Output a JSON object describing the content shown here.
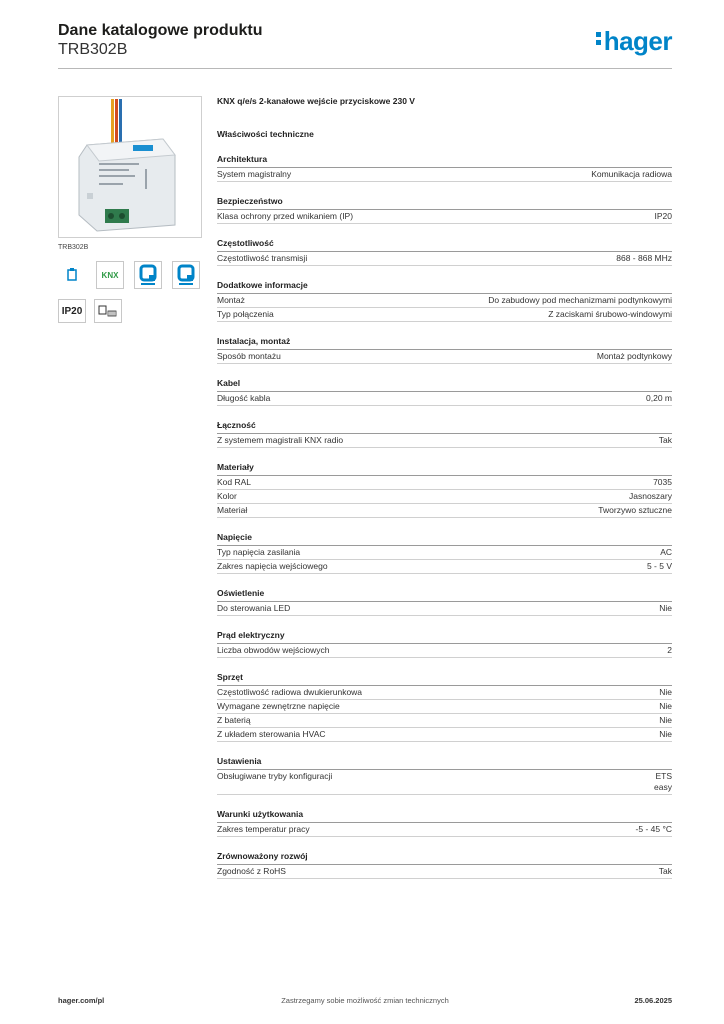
{
  "header": {
    "title": "Dane katalogowe produktu",
    "subtitle": "TRB302B",
    "logo": "hager",
    "brand_color": "#0084c8"
  },
  "left": {
    "image_caption": "TRB302B",
    "icons": [
      "connect-icon",
      "knx-icon",
      "quicklink-icon",
      "quicklink-icon"
    ],
    "knx_label": "KNX",
    "ip_label": "IP20"
  },
  "right": {
    "product_description": "KNX q/e/s 2-kanałowe wejście przyciskowe 230 V",
    "properties_heading": "Właściwości techniczne",
    "sections": [
      {
        "title": "Architektura",
        "rows": [
          {
            "label": "System magistralny",
            "values": [
              "Komunikacja radiowa"
            ]
          }
        ]
      },
      {
        "title": "Bezpieczeństwo",
        "rows": [
          {
            "label": "Klasa ochrony przed wnikaniem (IP)",
            "values": [
              "IP20"
            ]
          }
        ]
      },
      {
        "title": "Częstotliwość",
        "rows": [
          {
            "label": "Częstotliwość transmisji",
            "values": [
              "868 - 868 MHz"
            ]
          }
        ]
      },
      {
        "title": "Dodatkowe informacje",
        "rows": [
          {
            "label": "Montaż",
            "values": [
              "Do zabudowy pod mechanizmami podtynkowymi"
            ]
          },
          {
            "label": "Typ połączenia",
            "values": [
              "Z zaciskami śrubowo-windowymi"
            ]
          }
        ]
      },
      {
        "title": "Instalacja, montaż",
        "rows": [
          {
            "label": "Sposób montażu",
            "values": [
              "Montaż podtynkowy"
            ]
          }
        ]
      },
      {
        "title": "Kabel",
        "rows": [
          {
            "label": "Długość kabla",
            "values": [
              "0,20 m"
            ]
          }
        ]
      },
      {
        "title": "Łączność",
        "rows": [
          {
            "label": "Z systemem magistrali KNX radio",
            "values": [
              "Tak"
            ]
          }
        ]
      },
      {
        "title": "Materiały",
        "rows": [
          {
            "label": "Kod RAL",
            "values": [
              "7035"
            ]
          },
          {
            "label": "Kolor",
            "values": [
              "Jasnoszary"
            ]
          },
          {
            "label": "Materiał",
            "values": [
              "Tworzywo sztuczne"
            ]
          }
        ]
      },
      {
        "title": "Napięcie",
        "rows": [
          {
            "label": "Typ napięcia zasilania",
            "values": [
              "AC"
            ]
          },
          {
            "label": "Zakres napięcia wejściowego",
            "values": [
              "5 - 5 V"
            ]
          }
        ]
      },
      {
        "title": "Oświetlenie",
        "rows": [
          {
            "label": "Do sterowania LED",
            "values": [
              "Nie"
            ]
          }
        ]
      },
      {
        "title": "Prąd elektryczny",
        "rows": [
          {
            "label": "Liczba obwodów wejściowych",
            "values": [
              "2"
            ]
          }
        ]
      },
      {
        "title": "Sprzęt",
        "rows": [
          {
            "label": "Częstotliwość radiowa dwukierunkowa",
            "values": [
              "Nie"
            ]
          },
          {
            "label": "Wymagane zewnętrzne napięcie",
            "values": [
              "Nie"
            ]
          },
          {
            "label": "Z baterią",
            "values": [
              "Nie"
            ]
          },
          {
            "label": "Z układem sterowania HVAC",
            "values": [
              "Nie"
            ]
          }
        ]
      },
      {
        "title": "Ustawienia",
        "rows": [
          {
            "label": "Obsługiwane tryby konfiguracji",
            "values": [
              "ETS",
              "easy"
            ]
          }
        ]
      },
      {
        "title": "Warunki użytkowania",
        "rows": [
          {
            "label": "Zakres temperatur pracy",
            "values": [
              "-5 - 45 °C"
            ]
          }
        ]
      },
      {
        "title": "Zrównoważony rozwój",
        "rows": [
          {
            "label": "Zgodność z RoHS",
            "values": [
              "Tak"
            ]
          }
        ]
      }
    ]
  },
  "footer": {
    "website": "hager.com/pl",
    "disclaimer": "Zastrzegamy sobie możliwość zmian technicznych",
    "date": "25.06.2025"
  }
}
